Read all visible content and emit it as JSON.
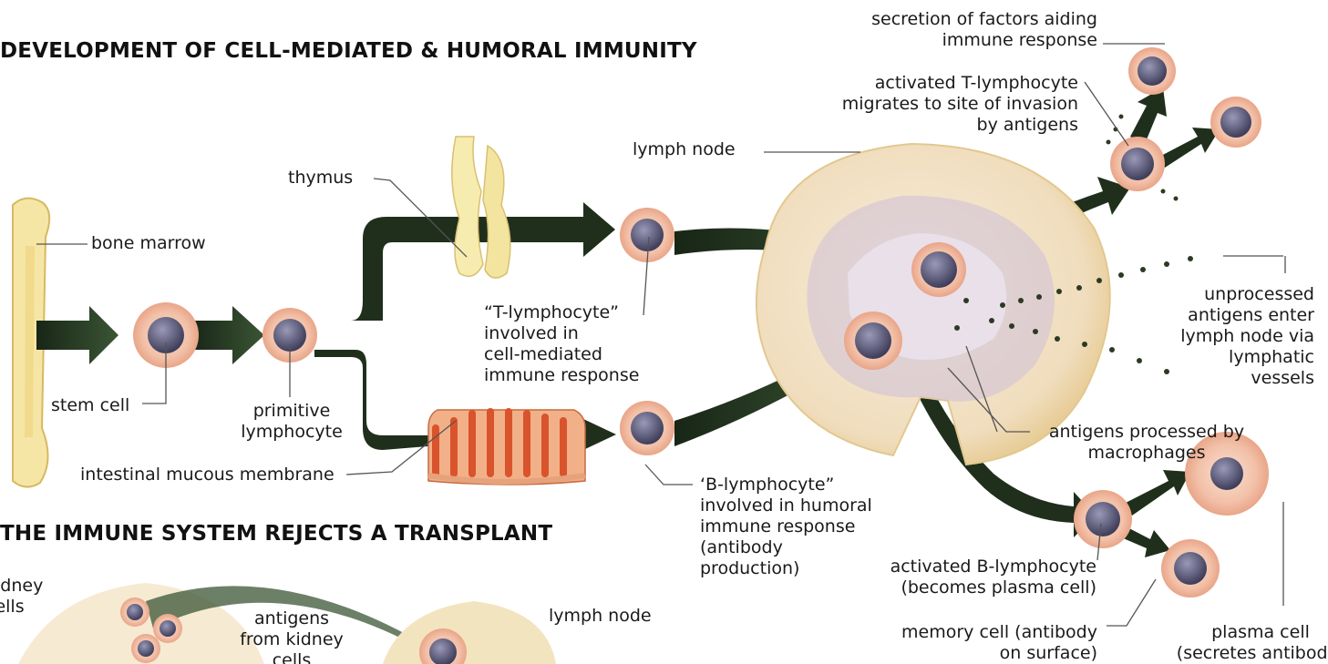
{
  "headings": {
    "development": "DEVELOPMENT OF CELL-MEDIATED & HUMORAL IMMUNITY",
    "transplant": "THE IMMUNE SYSTEM REJECTS A TRANSPLANT"
  },
  "labels": {
    "secretion": "secretion of factors aiding\nimmune response",
    "activated_t": "activated T-lymphocyte\nmigrates to site of invasion\nby antigens",
    "lymph_node": "lymph node",
    "thymus": "thymus",
    "bone_marrow": "bone marrow",
    "t_lymphocyte": "“T-lymphocyte”\ninvolved in\ncell-mediated\nimmune response",
    "unprocessed": "unprocessed\nantigens enter\nlymph node via\nlymphatic\nvessels",
    "stem_cell": "stem cell",
    "primitive": "primitive\nlymphocyte",
    "antigens_processed": "antigens processed by\nmacrophages",
    "intestinal": "intestinal mucous membrane",
    "b_lymphocyte": "‘B-lymphocyte”\ninvolved in humoral\nimmune response\n(antibody\nproduction)",
    "activated_b": "activated B-lymphocyte\n(becomes plasma cell)",
    "memory_cell": "memory cell (antibody\non surface)",
    "plasma_cell": "plasma cell\n(secretes antibody)",
    "kidney": "kidney\ncells",
    "antigens_kidney": "antigens\nfrom kidney\ncells",
    "lymph_node_2": "lymph node"
  },
  "colors": {
    "arrow": "#1f2f1c",
    "cell_outer": "#f2c0a8",
    "cell_nucleus": "#6a6a8a",
    "lymph_node_fill": "#f3e2c8",
    "lymph_node_inner": "#cdc0d8",
    "bone": "#f6e6a6",
    "thymus": "#f6ecb0",
    "intestine": "#e0643c"
  }
}
